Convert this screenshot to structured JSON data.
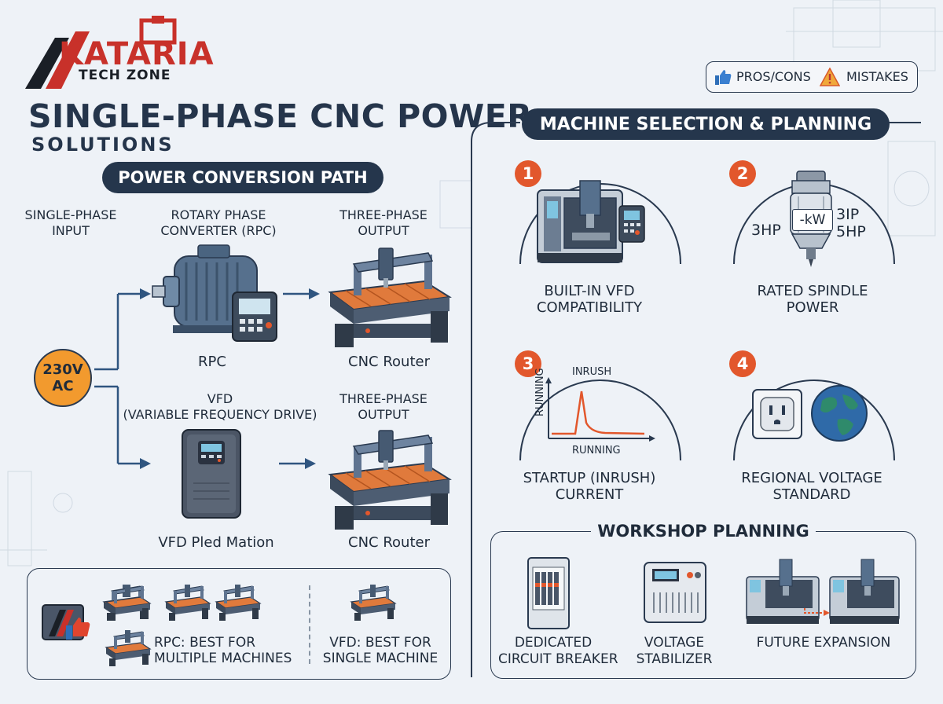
{
  "brand": {
    "line1": "KATARIA",
    "line2": "TECH ZONE"
  },
  "legend": {
    "pros_label": "PROS/CONS",
    "mistakes_label": "MISTAKES"
  },
  "title": {
    "main": "SINGLE-PHASE CNC POWER",
    "sub": "SOLUTIONS"
  },
  "left": {
    "section_title": "POWER CONVERSION PATH",
    "input_label": "SINGLE-PHASE\nINPUT",
    "source": "230V\nAC",
    "rpc_heading": "ROTARY PHASE\nCONVERTER (RPC)",
    "rpc_caption": "RPC",
    "vfd_heading": "VFD\n(VARIABLE FREQUENCY DRIVE)",
    "vfd_caption": "VFD Pled Mation",
    "output_heading_1": "THREE-PHASE\nOUTPUT",
    "output_heading_2": "THREE-PHASE\nOUTPUT",
    "router_caption_1": "CNC Router",
    "router_caption_2": "CNC Router",
    "bottom_rpc": "RPC: BEST FOR\nMULTIPLE MACHINES",
    "bottom_vfd": "VFD: BEST FOR\nSINGLE MACHINE"
  },
  "right": {
    "section_title": "MACHINE SELECTION & PLANNING",
    "items": [
      {
        "num": "1",
        "label": "BUILT-IN VFD\nCOMPATIBILITY"
      },
      {
        "num": "2",
        "label": "RATED SPINDLE\nPOWER",
        "spindle_left": "3HP",
        "spindle_mid": "-kW",
        "spindle_right": "3IP\n5HP"
      },
      {
        "num": "3",
        "label": "STARTUP (INRUSH)\nCURRENT",
        "graph_peak": "INRUSH",
        "graph_y": "RUNNING",
        "graph_x": "RUNNING"
      },
      {
        "num": "4",
        "label": "REGIONAL VOLTAGE\nSTANDARD"
      }
    ],
    "workshop_title": "WORKSHOP PLANNING",
    "workshop": [
      {
        "label": "DEDICATED\nCIRCUIT BREAKER"
      },
      {
        "label": "VOLTAGE\nSTABILIZER"
      },
      {
        "label": "FUTURE EXPANSION"
      }
    ]
  },
  "colors": {
    "navy": "#25364c",
    "orange": "#e2572c",
    "source_orange": "#f29a2e",
    "bed_orange": "#e07a3c",
    "arrow": "#2f5580"
  }
}
